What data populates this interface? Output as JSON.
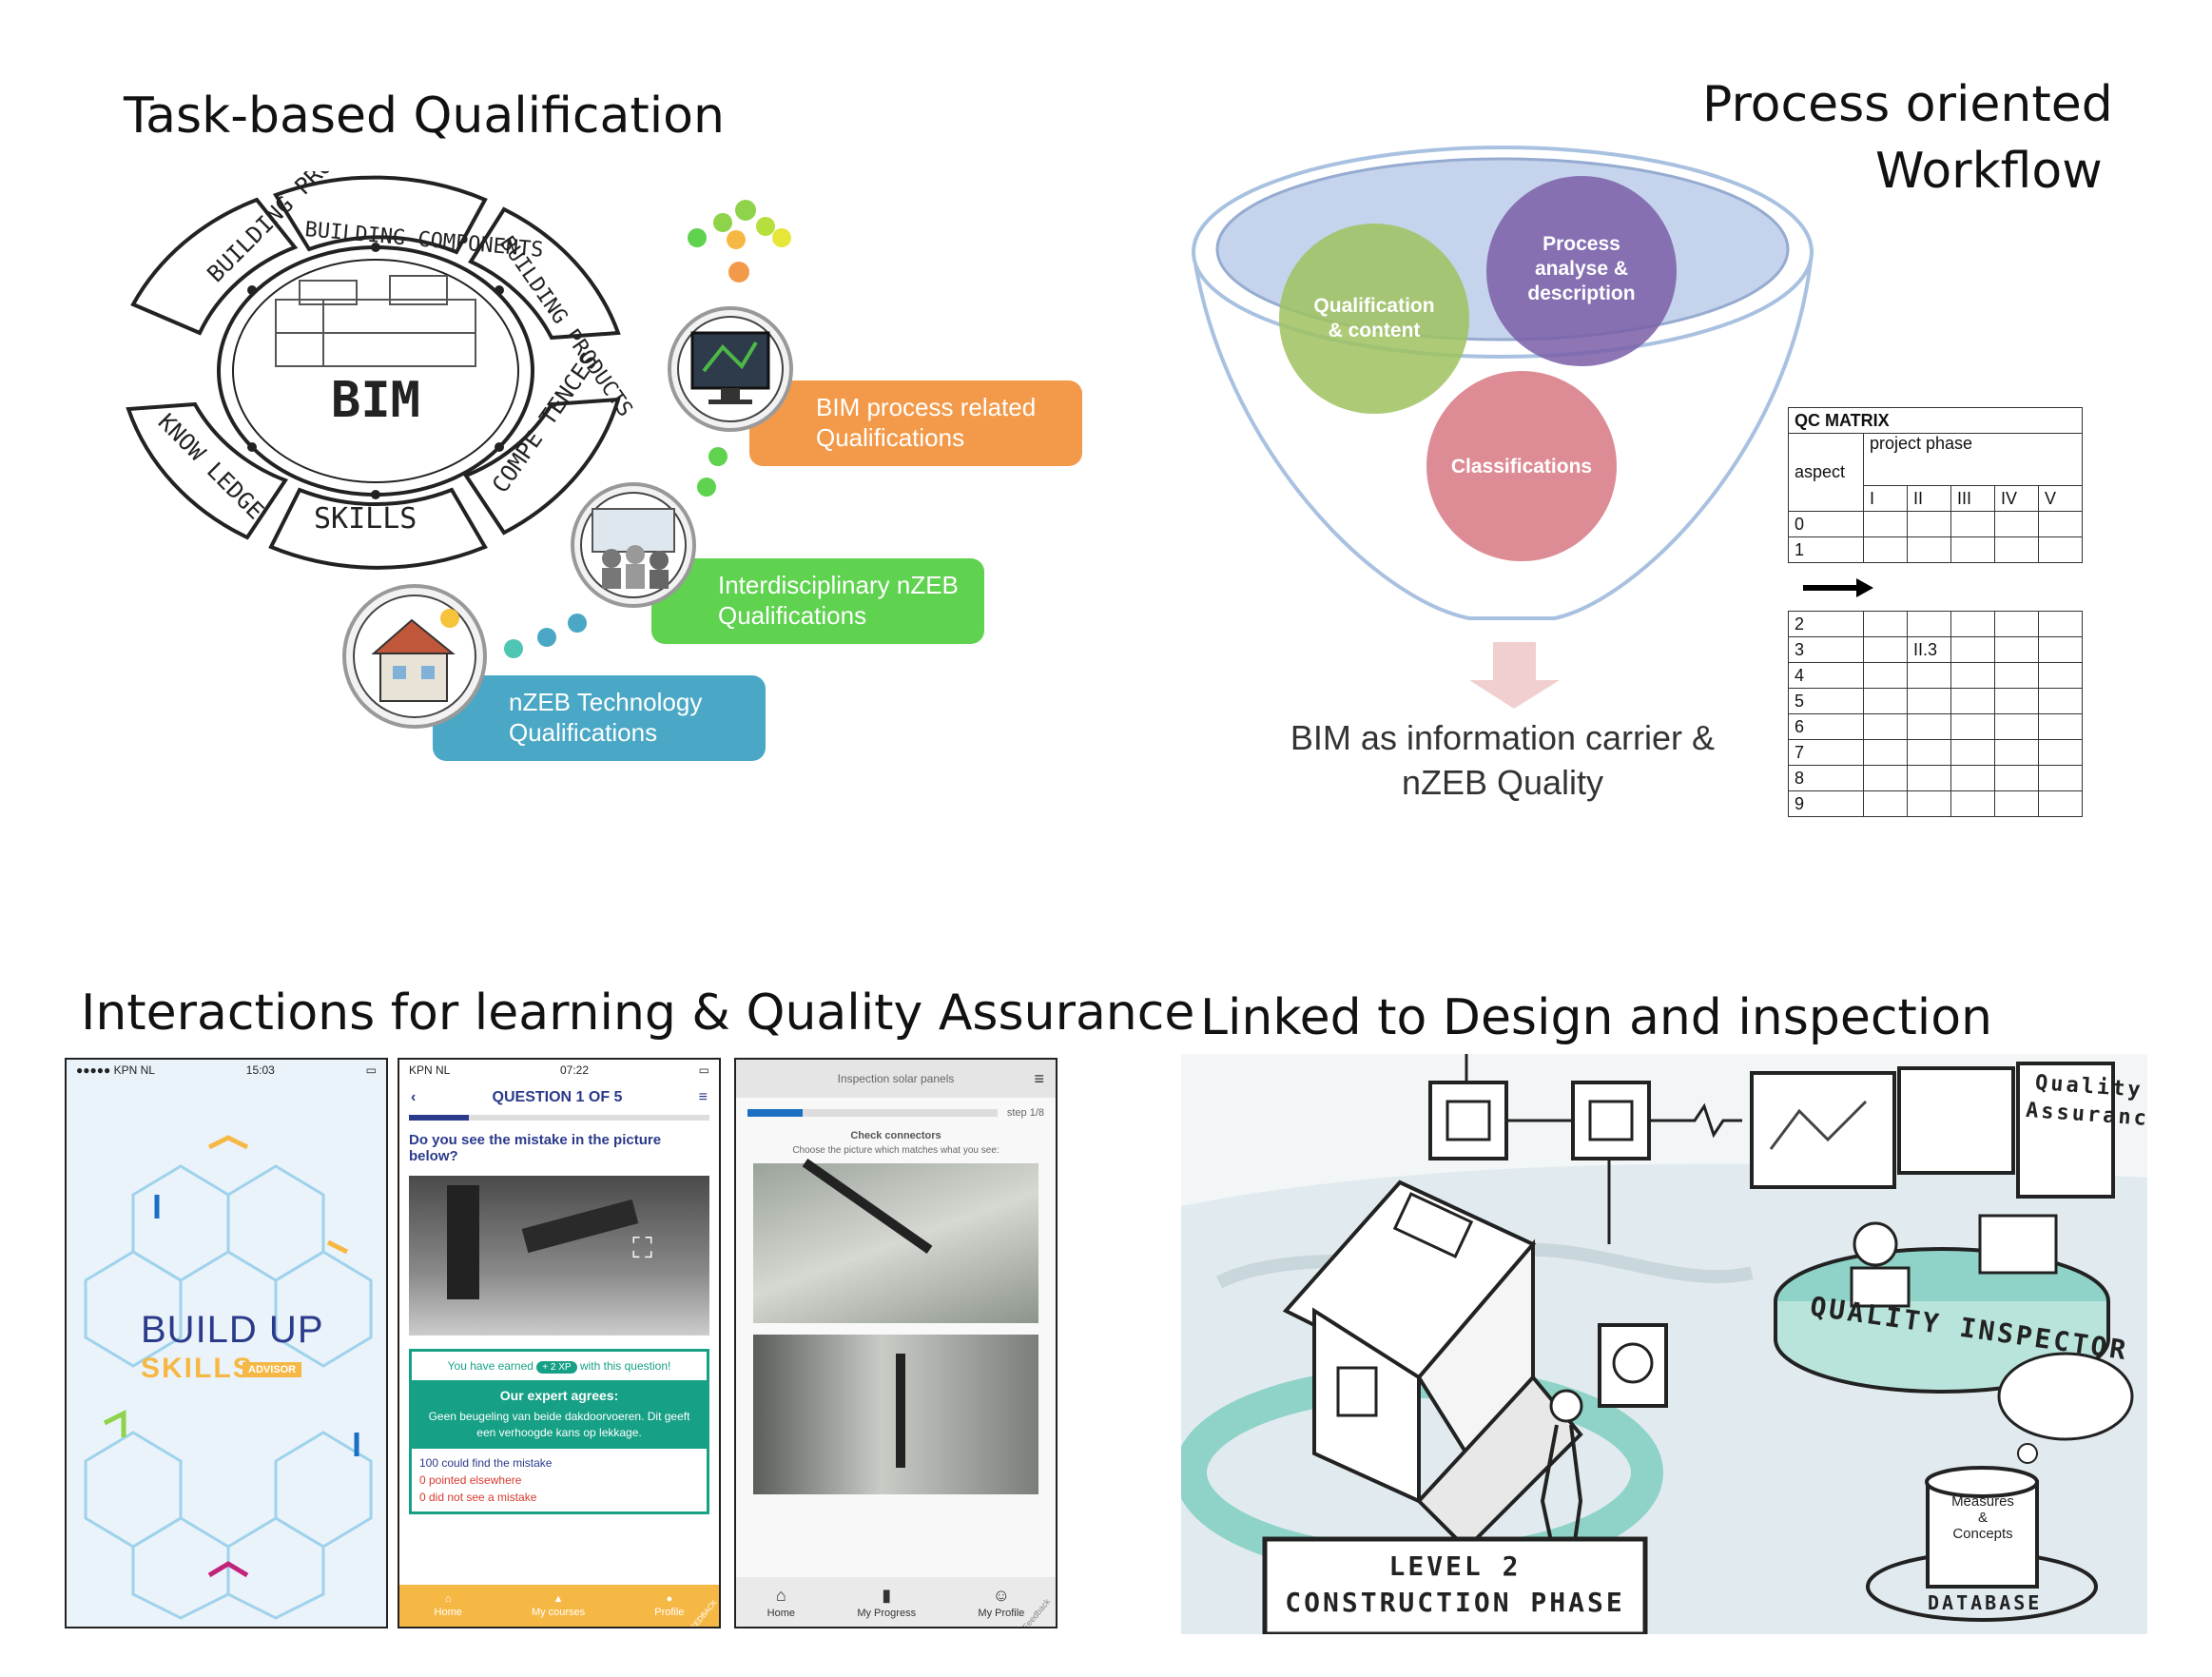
{
  "titles": {
    "q1": "Task-based Qualification",
    "q2_line1": "Process oriented",
    "q2_line2": "Workflow",
    "q3": "Interactions for learning & Quality Assurance",
    "q4": "Linked to Design and inspection"
  },
  "bim_wheel": {
    "center": "BIM",
    "segments": [
      "BUILDING PROCESS",
      "BUILDING COMPONENTS",
      "BUILDING PRODUCTS",
      "COMPE TENCES",
      "SKILLS",
      "KNOW LEDGE"
    ]
  },
  "qualifications": [
    {
      "label_line1": "BIM process related",
      "label_line2": "Qualifications",
      "color": "#f39a4a"
    },
    {
      "label_line1": "Interdisciplinary nZEB",
      "label_line2": "Qualifications",
      "color": "#5fd24f"
    },
    {
      "label_line1": "nZEB Technology",
      "label_line2": "Qualifications",
      "color": "#4aa8c6"
    }
  ],
  "funnel": {
    "circle1_line1": "Qualification",
    "circle1_line2": "& content",
    "circle2_line1": "Process",
    "circle2_line2": "analyse &",
    "circle2_line3": "description",
    "circle3": "Classifications",
    "output_line1": "BIM as information carrier &",
    "output_line2": "nZEB Quality"
  },
  "qc_matrix": {
    "title": "QC MATRIX",
    "aspect": "aspect",
    "phase": "project phase",
    "phases": [
      "I",
      "II",
      "III",
      "IV",
      "V"
    ],
    "rows_top": [
      "0",
      "1"
    ],
    "rows_bottom": [
      "2",
      "3",
      "4",
      "5",
      "6",
      "7",
      "8",
      "9"
    ],
    "cell_value": "II.3"
  },
  "phone1": {
    "carrier": "●●●●● KPN NL",
    "time": "15:03",
    "logo_line1": "BUILD UP",
    "logo_line2": "SKILLS",
    "badge": "ADVISOR"
  },
  "phone2": {
    "carrier": "KPN NL",
    "time": "07:22",
    "header": "QUESTION 1 OF 5",
    "question": "Do you see the mistake in the picture below?",
    "earned_pre": "You have earned",
    "earned_xp": "+ 2 XP",
    "earned_post": "with this question!",
    "expert_title": "Our expert agrees:",
    "expert_text": "Geen beugeling van beide dakdoorvoeren. Dit geeft een verhoogde kans op lekkage.",
    "stat1": "100 could find the mistake",
    "stat2": "0 pointed elsewhere",
    "stat3": "0 did not see a mistake",
    "nav": [
      "Home",
      "My courses",
      "Profile"
    ],
    "corner": "FEEDBACK"
  },
  "phone3": {
    "header": "Inspection solar panels",
    "step": "step 1/8",
    "subtitle": "Check connectors",
    "instruction": "Choose the picture which matches what you see:",
    "nav": [
      "Home",
      "My Progress",
      "My Profile"
    ],
    "corner": "Feedback"
  },
  "inspection": {
    "quality_line1": "Quality",
    "quality_line2": "Assurance",
    "ring": "QUALITY INSPECTOR",
    "db_line1": "Measures",
    "db_line2": "&",
    "db_line3": "Concepts",
    "db_label": "DATABASE",
    "level_line1": "LEVEL 2",
    "level_line2": "CONSTRUCTION PHASE"
  }
}
